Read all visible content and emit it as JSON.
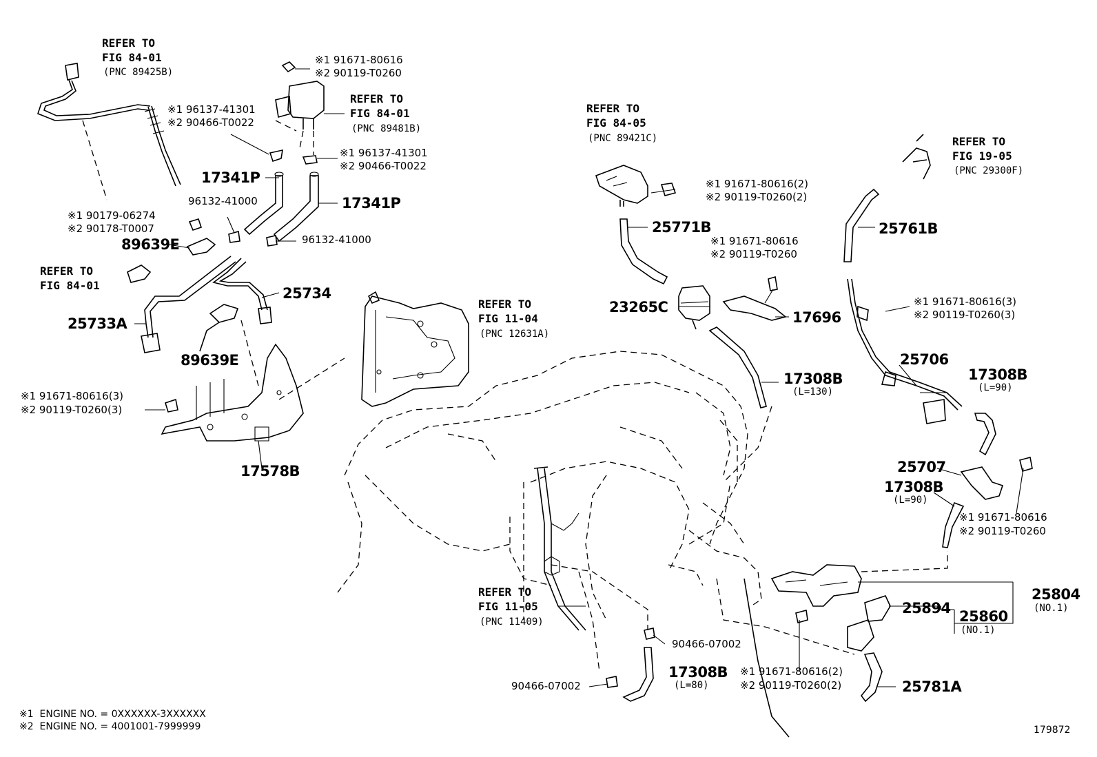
{
  "diagram_id": "179872",
  "refer": {
    "fig_84_01_a": {
      "l1": "REFER TO",
      "l2": "FIG 84-01",
      "l3": "(PNC 89425B)"
    },
    "fig_84_01_b": {
      "l1": "REFER TO",
      "l2": "FIG 84-01",
      "l3": "(PNC 89481B)"
    },
    "fig_84_01_c": {
      "l1": "REFER TO",
      "l2": "FIG 84-01"
    },
    "fig_84_05": {
      "l1": "REFER TO",
      "l2": "FIG 84-05",
      "l3": "(PNC 89421C)"
    },
    "fig_19_05": {
      "l1": "REFER TO",
      "l2": "FIG 19-05",
      "l3": "(PNC 29300F)"
    },
    "fig_11_04": {
      "l1": "REFER TO",
      "l2": "FIG 11-04",
      "l3": "(PNC 12631A)"
    },
    "fig_11_05": {
      "l1": "REFER TO",
      "l2": "FIG 11-05",
      "l3": "(PNC 11409)"
    }
  },
  "parts": {
    "p17341p_a": "17341P",
    "p17341p_b": "17341P",
    "p89639e_a": "89639E",
    "p89639e_b": "89639E",
    "p25733a": "25733A",
    "p25734": "25734",
    "p17578b": "17578B",
    "p25771b": "25771B",
    "p23265c": "23265C",
    "p17696": "17696",
    "p17308b_a": "17308B",
    "p17308b_b": "17308B",
    "p17308b_c": "17308B",
    "p17308b_d": "17308B",
    "p25761b": "25761B",
    "p25706": "25706",
    "p25707": "25707",
    "p25804": "25804",
    "p25894": "25894",
    "p25860": "25860",
    "p25781a": "25781A"
  },
  "sub": {
    "l130": "(L=130)",
    "l90_a": "(L=90)",
    "l90_b": "(L=90)",
    "l80": "(L=80)",
    "no1_a": "(NO.1)",
    "no1_b": "(NO.1)"
  },
  "alts": {
    "a1_1": "※1 91671-80616",
    "a1_2": "※2 90119-T0260",
    "a2_1": "※1 96137-41301",
    "a2_2": "※2 90466-T0022",
    "a3_1": "※1 96137-41301",
    "a3_2": "※2 90466-T0022",
    "a4_1": "※1 90179-06274",
    "a4_2": "※2 90178-T0007",
    "a5_1": "※1 91671-80616(3)",
    "a5_2": "※2 90119-T0260(3)",
    "a6_1": "※1 91671-80616(2)",
    "a6_2": "※2 90119-T0260(2)",
    "a7_1": "※1 91671-80616",
    "a7_2": "※2 90119-T0260",
    "a8_1": "※1 91671-80616(3)",
    "a8_2": "※2 90119-T0260(3)",
    "a9_1": "※1 91671-80616",
    "a9_2": "※2 90119-T0260",
    "a10_1": "※1 91671-80616(2)",
    "a10_2": "※2 90119-T0260(2)"
  },
  "singles": {
    "s96132_a": "96132-41000",
    "s96132_b": "96132-41000",
    "s90466_a": "90466-07002",
    "s90466_b": "90466-07002"
  },
  "legend": {
    "l1": "※1  ENGINE NO. = 0XXXXXX-3XXXXXX",
    "l2": "※2  ENGINE NO. = 4001001-7999999"
  }
}
